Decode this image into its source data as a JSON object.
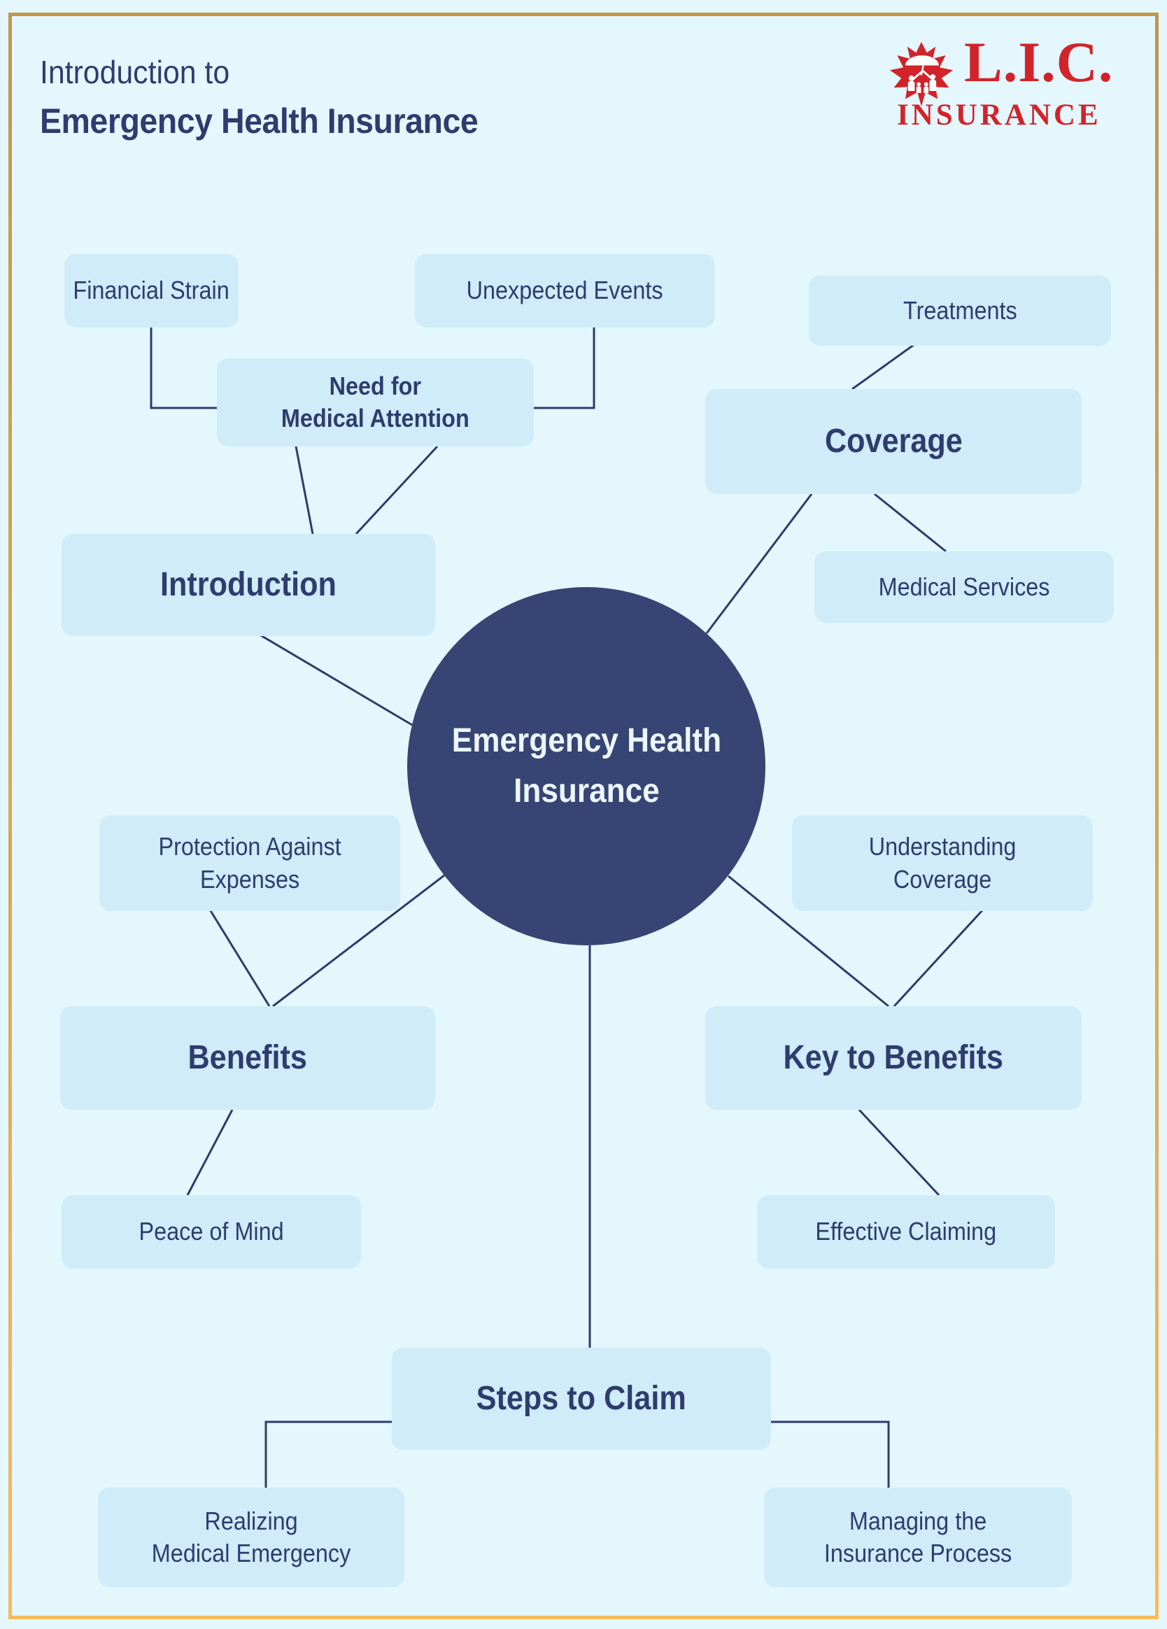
{
  "header": {
    "title_line1": "Introduction to",
    "title_line2": "Emergency Health Insurance"
  },
  "logo": {
    "brand": "L.I.C.",
    "brand_sub": "INSURANCE",
    "brand_color": "#d2232a",
    "icon": "maple-leaf-with-family-under-umbrella"
  },
  "colors": {
    "page_background": "#e4f7fd",
    "node_fill": "#cfecf8",
    "text_navy": "#2e3c6e",
    "connector": "#2e3c6b",
    "center_circle_fill": "#364573",
    "center_circle_text": "#ecf6fc",
    "frame_gold_top": "#c2974a",
    "frame_gold_bottom": "#f6bb5e"
  },
  "diagram": {
    "center": {
      "label": "Emergency Health\nInsurance"
    },
    "nodes": {
      "financial_strain": {
        "label": "Financial Strain"
      },
      "unexpected_events": {
        "label": "Unexpected Events"
      },
      "need_medical_attention": {
        "label": "Need for\nMedical Attention"
      },
      "treatments": {
        "label": "Treatments"
      },
      "coverage": {
        "label": "Coverage"
      },
      "introduction": {
        "label": "Introduction"
      },
      "medical_services": {
        "label": "Medical Services"
      },
      "protection_against_expenses": {
        "label": "Protection Against\nExpenses"
      },
      "understanding_coverage": {
        "label": "Understanding\nCoverage"
      },
      "benefits": {
        "label": "Benefits"
      },
      "key_to_benefits": {
        "label": "Key to Benefits"
      },
      "peace_of_mind": {
        "label": "Peace of Mind"
      },
      "effective_claiming": {
        "label": "Effective Claiming"
      },
      "steps_to_claim": {
        "label": "Steps to Claim"
      },
      "realizing_medical_emergency": {
        "label": "Realizing\nMedical Emergency"
      },
      "managing_insurance_process": {
        "label": "Managing the\nInsurance Process"
      }
    },
    "edges": [
      {
        "from": "financial_strain",
        "to": "need_medical_attention"
      },
      {
        "from": "unexpected_events",
        "to": "need_medical_attention"
      },
      {
        "from": "need_medical_attention",
        "to": "introduction"
      },
      {
        "from": "introduction",
        "to": "center"
      },
      {
        "from": "treatments",
        "to": "coverage"
      },
      {
        "from": "coverage",
        "to": "center"
      },
      {
        "from": "coverage",
        "to": "medical_services"
      },
      {
        "from": "center",
        "to": "benefits"
      },
      {
        "from": "protection_against_expenses",
        "to": "benefits"
      },
      {
        "from": "center",
        "to": "key_to_benefits"
      },
      {
        "from": "understanding_coverage",
        "to": "key_to_benefits"
      },
      {
        "from": "benefits",
        "to": "peace_of_mind"
      },
      {
        "from": "key_to_benefits",
        "to": "effective_claiming"
      },
      {
        "from": "center",
        "to": "steps_to_claim"
      },
      {
        "from": "steps_to_claim",
        "to": "realizing_medical_emergency"
      },
      {
        "from": "steps_to_claim",
        "to": "managing_insurance_process"
      }
    ]
  }
}
